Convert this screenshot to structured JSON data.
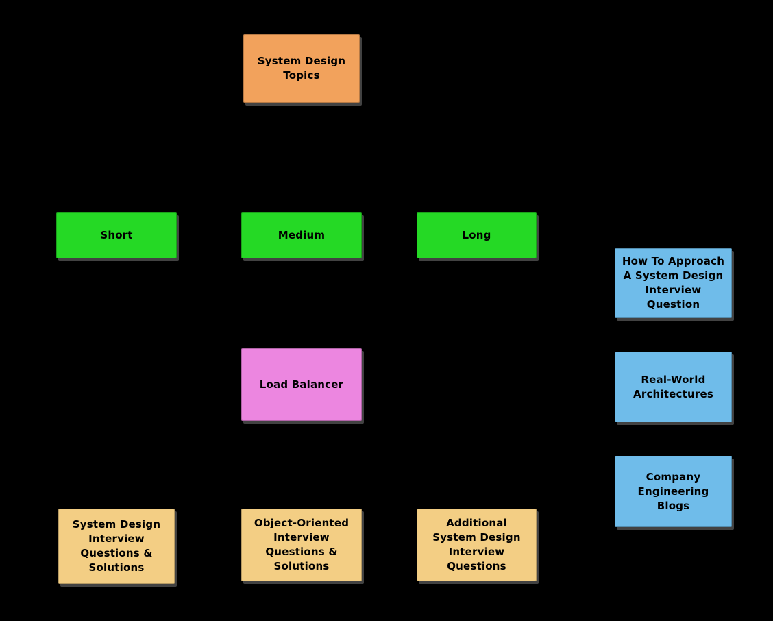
{
  "diagram": {
    "title": "System Design Topics diagram",
    "background_color": "#000000",
    "text_color": "#000000",
    "colors": {
      "root": "#F2A25C",
      "duration": "#25D925",
      "component": "#EC86E0",
      "reference": "#6FBCEA",
      "questions": "#F3CE84"
    },
    "nodes": [
      {
        "id": "system-design-topics",
        "label": "System Design\nTopics",
        "color": "#F2A25C"
      },
      {
        "id": "short",
        "label": "Short",
        "color": "#25D925"
      },
      {
        "id": "medium",
        "label": "Medium",
        "color": "#25D925"
      },
      {
        "id": "long",
        "label": "Long",
        "color": "#25D925"
      },
      {
        "id": "how-to-approach",
        "label": "How To Approach\nA System Design\nInterview\nQuestion",
        "color": "#6FBCEA"
      },
      {
        "id": "load-balancer",
        "label": "Load Balancer",
        "color": "#EC86E0"
      },
      {
        "id": "real-world-architectures",
        "label": "Real-World\nArchitectures",
        "color": "#6FBCEA"
      },
      {
        "id": "company-engineering-blogs",
        "label": "Company\nEngineering\nBlogs",
        "color": "#6FBCEA"
      },
      {
        "id": "system-design-interview-questions-solutions",
        "label": "System Design\nInterview\nQuestions &\nSolutions",
        "color": "#F3CE84"
      },
      {
        "id": "object-oriented-interview-questions-solutions",
        "label": "Object-Oriented\nInterview\nQuestions &\nSolutions",
        "color": "#F3CE84"
      },
      {
        "id": "additional-system-design-interview-questions",
        "label": "Additional\nSystem Design\nInterview\nQuestions",
        "color": "#F3CE84"
      }
    ]
  }
}
